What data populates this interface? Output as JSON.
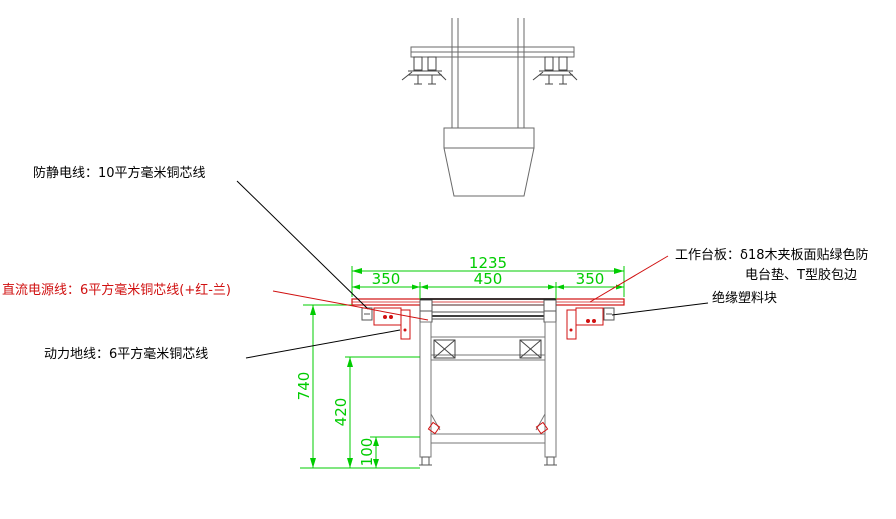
{
  "labels": {
    "esd_wire": "防静电线：10平方毫米铜芯线",
    "dc_wire": "直流电源线：6平方毫米铜芯线(+红-兰)",
    "ground_wire": "动力地线：6平方毫米铜芯线",
    "worktop_line1": "工作台板：δ18木夹板面贴绿色防",
    "worktop_line2": "电台垫、T型胶包边",
    "insulator": "绝缘塑料块"
  },
  "dimensions": {
    "total_width": "1235",
    "left_width": "350",
    "middle_width": "450",
    "right_width": "350",
    "height_total": "740",
    "height_mid": "420",
    "height_low": "100"
  },
  "colors": {
    "structure": "#777777",
    "dimension": "#00cc00",
    "accent": "#d01010",
    "text": "#000000"
  }
}
